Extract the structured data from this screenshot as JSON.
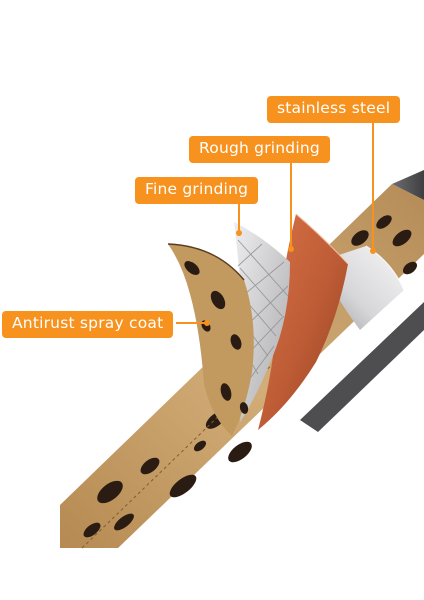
{
  "labels": {
    "stainless_steel": "stainless steel",
    "rough_grinding": "Rough grinding",
    "fine_grinding": "Fine grinding",
    "antirust_spray_coat": "Antirust spray coat"
  },
  "colors": {
    "label_background": "#f7921e",
    "label_text": "#ffffff",
    "leopard_base": "#c9a267",
    "leopard_spots": "#2a1c12",
    "copper_layer": "#c4603a",
    "silver_layer": "#d4d4d6",
    "steel_layer": "#e9e9ea"
  }
}
